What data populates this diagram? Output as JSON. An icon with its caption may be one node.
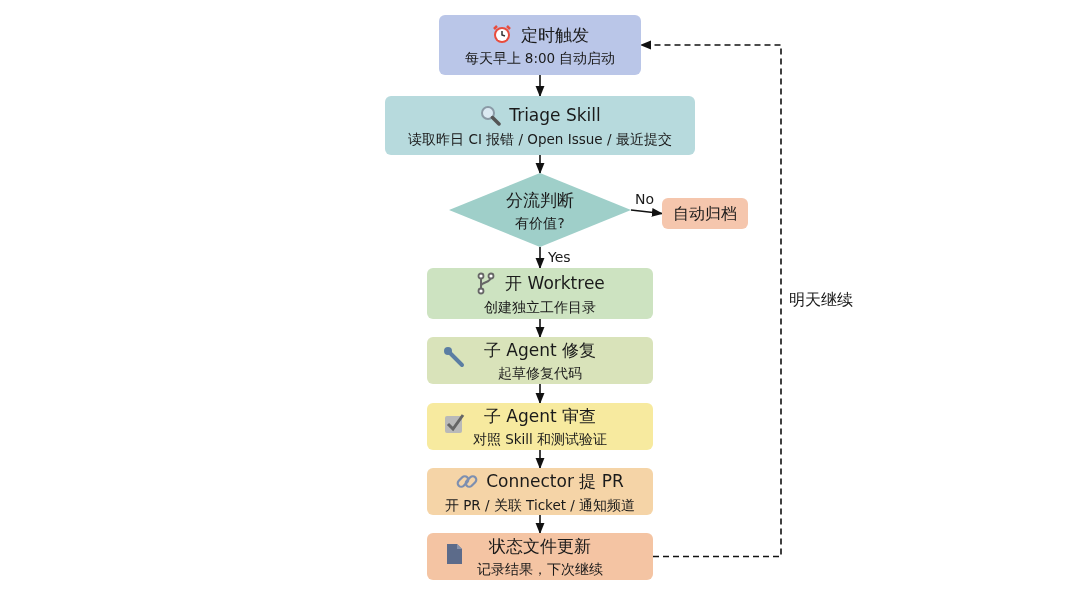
{
  "diagram": {
    "nodes": [
      {
        "text": [
          "定时触发",
          "每天早上 8:00 自动启动"
        ]
      },
      {
        "text": [
          "Triage Skill",
          "读取昨日 CI 报错 / Open Issue / 最近提交"
        ]
      },
      {
        "text": [
          "分流判断",
          "有价值?"
        ]
      },
      {
        "text": [
          "自动归档"
        ]
      },
      {
        "text": [
          "开 Worktree",
          "创建独立工作目录"
        ]
      },
      {
        "text": [
          "子 Agent 修复",
          "起草修复代码"
        ]
      },
      {
        "text": [
          "子 Agent 审查",
          "对照 Skill 和测试验证"
        ]
      },
      {
        "text": [
          "Connector 提 PR",
          "开 PR / 关联 Ticket / 通知频道"
        ]
      },
      {
        "text": [
          "状态文件更新",
          "记录结果，下次继续"
        ]
      }
    ],
    "edges": [
      {
        "from": 0,
        "to": 1,
        "arrow": "to"
      },
      {
        "from": 1,
        "to": 2,
        "arrow": "to"
      },
      {
        "from": 2,
        "to": 3,
        "arrow": "to",
        "label": "No"
      },
      {
        "from": 2,
        "to": 4,
        "arrow": "to",
        "label": "Yes"
      },
      {
        "from": 4,
        "to": 5,
        "arrow": "to"
      },
      {
        "from": 5,
        "to": 6,
        "arrow": "to"
      },
      {
        "from": 6,
        "to": 7,
        "arrow": "to"
      },
      {
        "from": 7,
        "to": 8,
        "arrow": "to"
      },
      {
        "from": 8,
        "to": 0,
        "arrow": "to",
        "style": "dashed",
        "label": "明天继续"
      }
    ]
  }
}
